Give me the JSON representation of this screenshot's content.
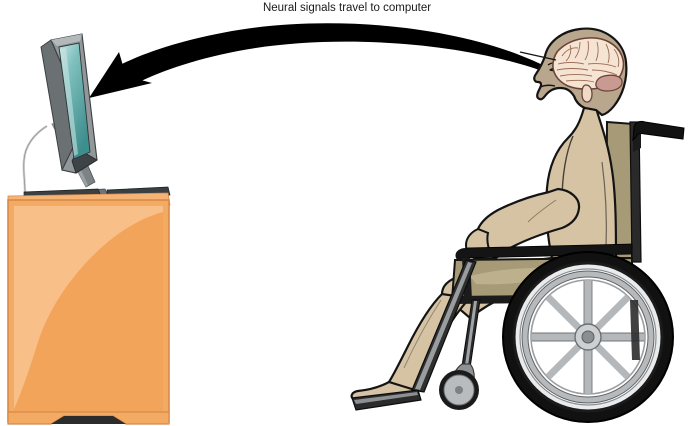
{
  "figure": {
    "title": "Neural signals travel to computer",
    "type": "brain-computer-interface-diagram",
    "background_color": "#ffffff"
  },
  "annotation": {
    "label": "Neural signals travel to computer",
    "arrow_direction": "right-to-left",
    "arrow_color": "#000000",
    "arrow_from": "brain",
    "arrow_to": "computer-monitor"
  },
  "computer": {
    "monitor_label": "computer monitor",
    "screen_color": "#4e9c9c",
    "screen_highlight_color": "#bcdedc",
    "bezel_color": "#8e9396",
    "bezel_dark_color": "#5d6367",
    "stand_color": "#7d8285",
    "cable_color": "#d8d8d8",
    "keyboard_color": "#3a3f42"
  },
  "desk": {
    "label": "desk",
    "body_color": "#f3aa63",
    "highlight_color": "#f9c48f",
    "edge_color": "#e8954a",
    "top_color": "#f6b474"
  },
  "person": {
    "label": "person seated in wheelchair",
    "facing": "left",
    "skin_color": "#d6c3a4",
    "head_color": "#b8a68d",
    "outline_color": "#141414",
    "shade_color": "#c3ae90"
  },
  "brain": {
    "label": "brain",
    "color": "#f6e4d3",
    "outline_color": "#6b4438",
    "cerebellum_color": "#c99a92",
    "stem_color": "#eedac6",
    "sulci_color": "#9a6a55"
  },
  "wheelchair": {
    "label": "wheelchair",
    "frame_color": "#1b1b1b",
    "seat_color": "#a79a76",
    "seat_shade_color": "#bdb08c",
    "backrest_color": "#a79a76",
    "tire_color": "#111111",
    "rim_color": "#c9ccce",
    "spoke_color": "#b4b8bb",
    "hub_color": "#8a8e91",
    "caster_color": "#b9bcbe",
    "caster_tire_color": "#1b1b1b",
    "parts": [
      "push-handle",
      "backrest",
      "armrest",
      "seat",
      "rear-wheel",
      "hand-rim",
      "caster-wheel",
      "footplate"
    ]
  }
}
